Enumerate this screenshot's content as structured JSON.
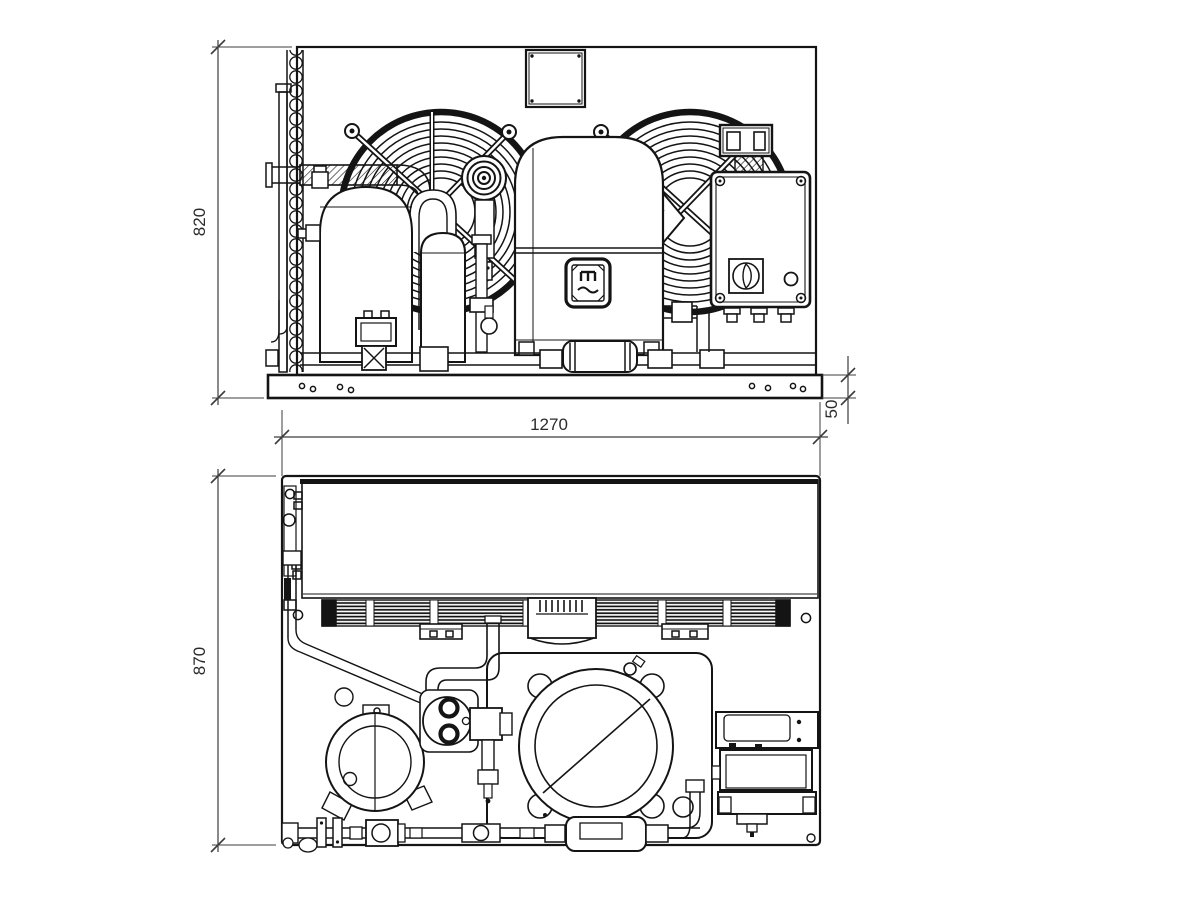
{
  "dimensions": {
    "front_height": "820",
    "base_height": "50",
    "overall_width": "1270",
    "plan_depth": "870"
  }
}
